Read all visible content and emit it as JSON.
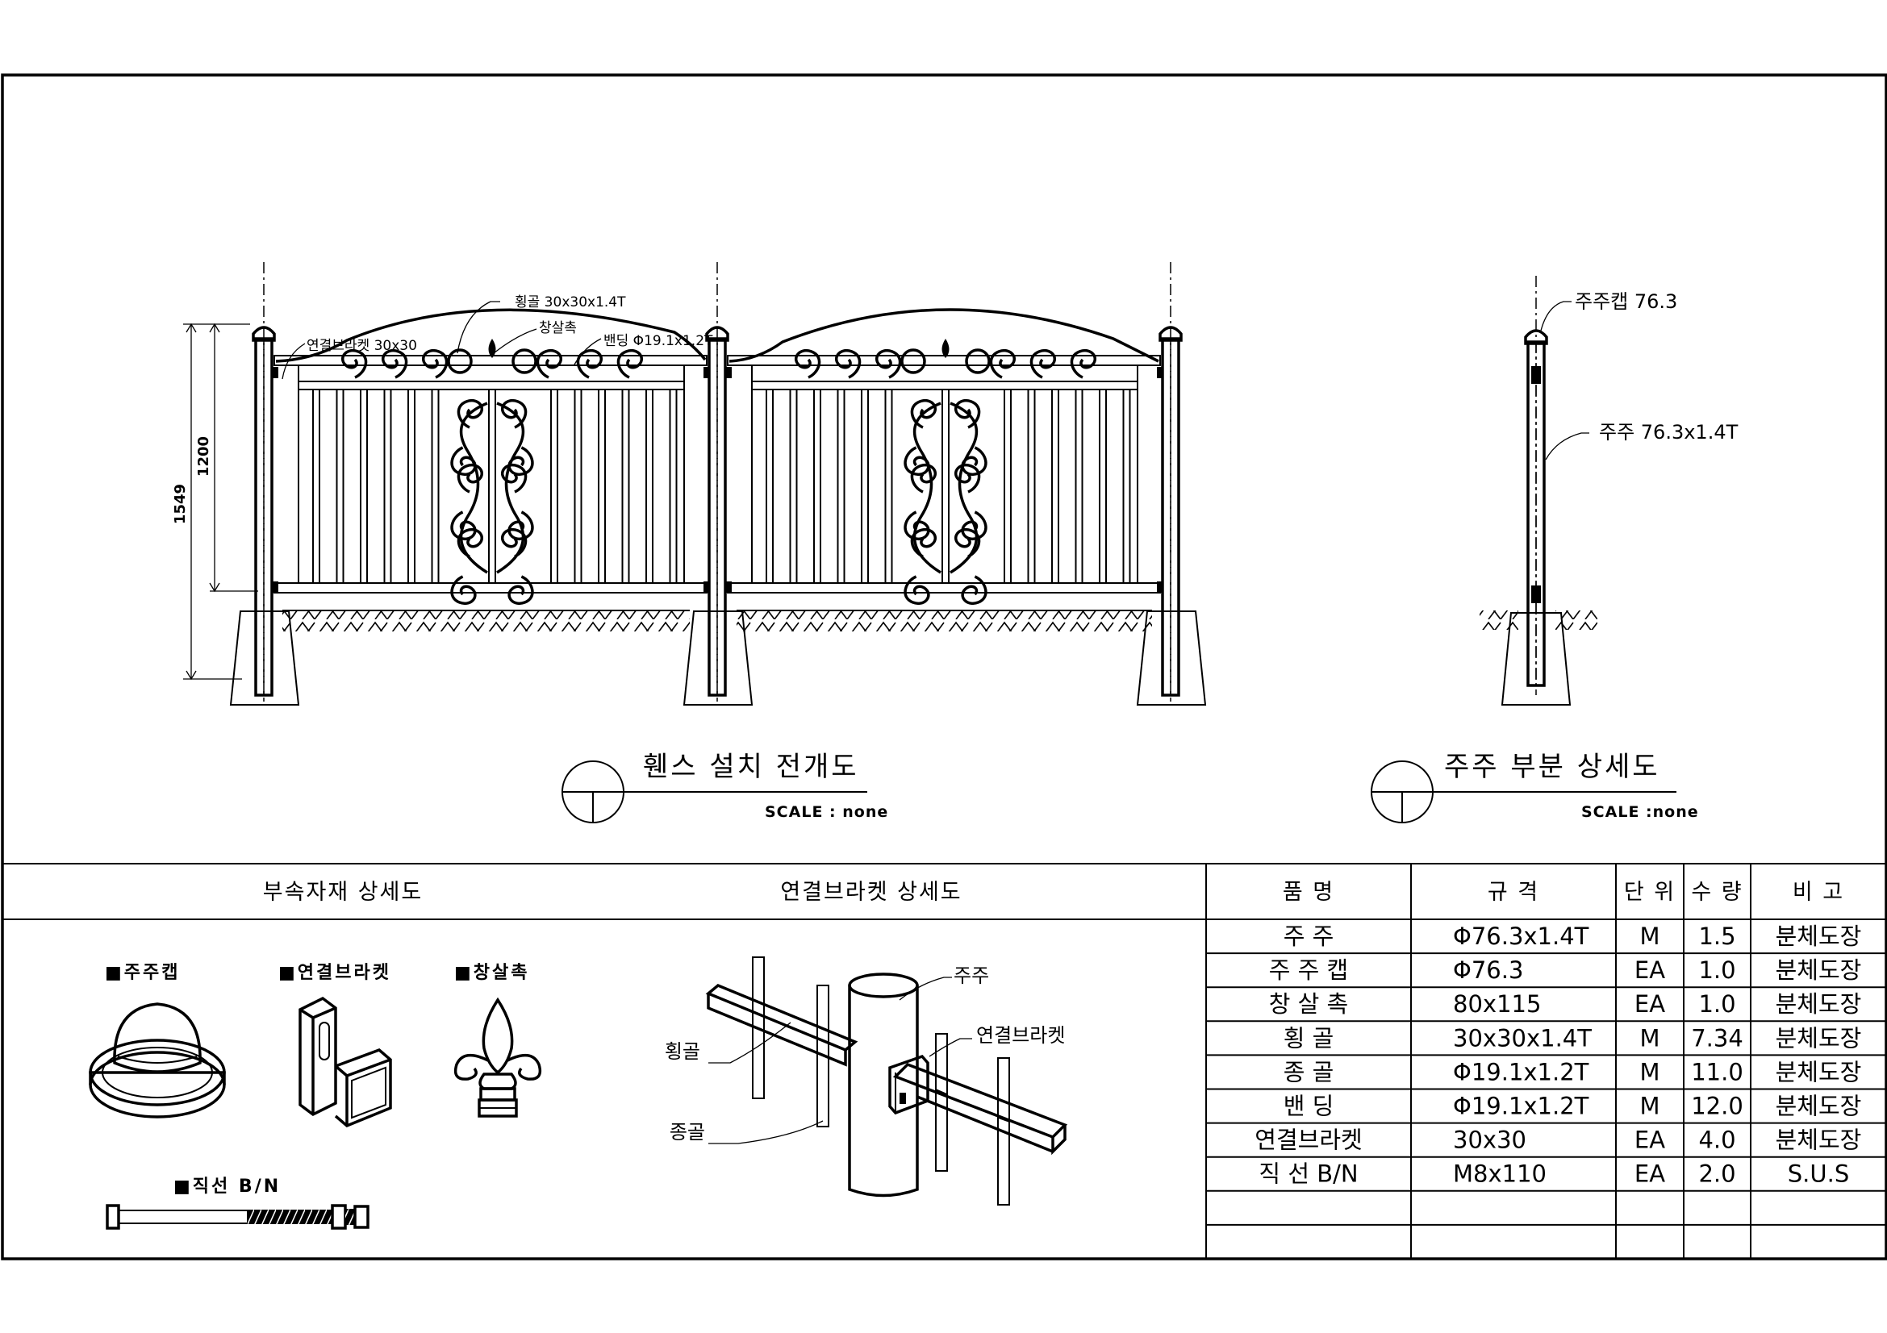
{
  "views": {
    "elevation": {
      "title": "휀스 설치 전개도",
      "scale": "SCALE : none",
      "labels": {
        "rail": "횡골 30x30x1.4T",
        "finial": "창살촉",
        "baluster": "밴딩 Φ19.1x1.2T",
        "bracket": "연결브라켓 30x30"
      },
      "dimensions": {
        "panel_height": "1200",
        "total_height": "1549"
      }
    },
    "post_detail": {
      "title": "주주 부분 상세도",
      "scale": "SCALE :none",
      "labels": {
        "cap": "주주캡 76.3",
        "post": "주주 76.3x1.4T"
      }
    }
  },
  "accessories": {
    "header": "부속자재 상세도",
    "items": [
      "■주주캡",
      "■연결브라켓",
      "■창살촉",
      "■직선 B/N"
    ]
  },
  "bracket_detail": {
    "header": "연결브라켓 상세도",
    "labels": {
      "post": "주주",
      "bracket": "연결브라켓",
      "rail": "횡골",
      "vertical": "종골"
    }
  },
  "bom": {
    "headers": [
      "품    명",
      "규    격",
      "단 위",
      "수 량",
      "비    고"
    ],
    "rows": [
      [
        "주    주",
        "Φ76.3x1.4T",
        "M",
        "1.5",
        "분체도장"
      ],
      [
        "주 주 캡",
        "Φ76.3",
        "EA",
        "1.0",
        "분체도장"
      ],
      [
        "창 살 촉",
        "80x115",
        "EA",
        "1.0",
        "분체도장"
      ],
      [
        "횡    골",
        "30x30x1.4T",
        "M",
        "7.34",
        "분체도장"
      ],
      [
        "종    골",
        "Φ19.1x1.2T",
        "M",
        "11.0",
        "분체도장"
      ],
      [
        "밴    딩",
        "Φ19.1x1.2T",
        "M",
        "12.0",
        "분체도장"
      ],
      [
        "연결브라켓",
        "30x30",
        "EA",
        "4.0",
        "분체도장"
      ],
      [
        "직 선  B/N",
        "M8x110",
        "EA",
        "2.0",
        "S.U.S"
      ],
      [
        "",
        "",
        "",
        "",
        ""
      ],
      [
        "",
        "",
        "",
        "",
        ""
      ]
    ]
  }
}
